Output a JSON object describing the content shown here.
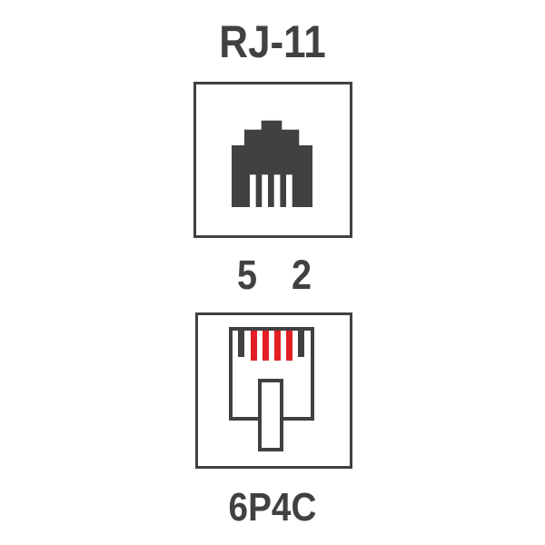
{
  "colors": {
    "outline": "#414042",
    "pin_wired": "#e31e24",
    "background": "#ffffff"
  },
  "labels": {
    "connector_name": "RJ-11",
    "pin_number_left": "5",
    "pin_number_right": "2",
    "wiring_code": "6P4C"
  },
  "plug": {
    "pin_colors": [
      "#414042",
      "#e31e24",
      "#e31e24",
      "#e31e24",
      "#e31e24",
      "#414042"
    ]
  }
}
